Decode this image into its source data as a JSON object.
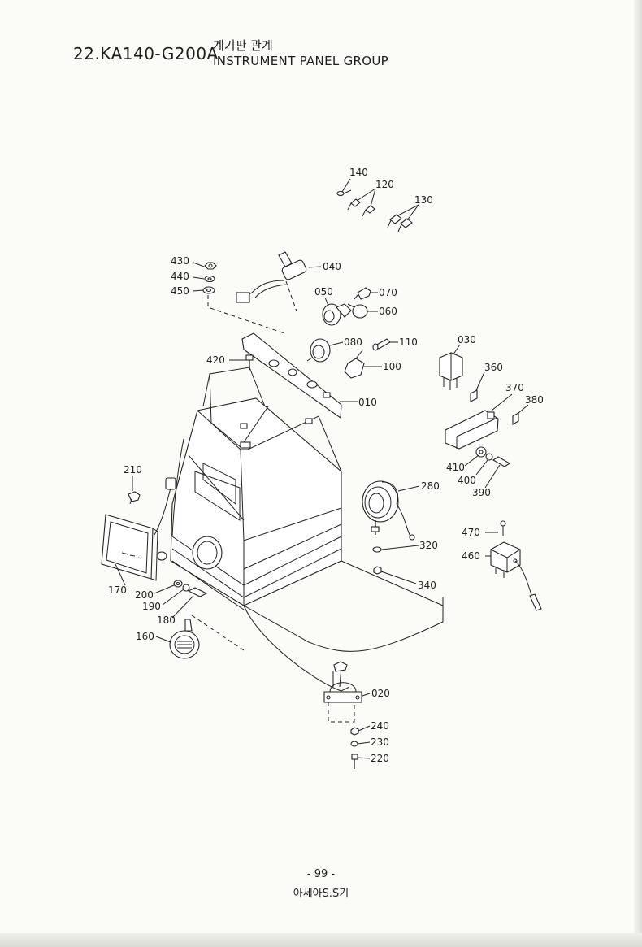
{
  "header": {
    "code": "22.KA140-G200A",
    "title_ko": "계기판 관계",
    "title_en": "INSTRUMENT PANEL GROUP"
  },
  "part_labels": [
    "140",
    "120",
    "130",
    "430",
    "440",
    "450",
    "040",
    "050",
    "070",
    "060",
    "080",
    "110",
    "420",
    "100",
    "030",
    "360",
    "370",
    "380",
    "010",
    "410",
    "400",
    "390",
    "210",
    "280",
    "470",
    "460",
    "320",
    "170",
    "200",
    "190",
    "180",
    "340",
    "160",
    "020",
    "240",
    "230",
    "220"
  ],
  "footer": {
    "page_number": "- 99 -",
    "company": "아세아S.S기"
  }
}
